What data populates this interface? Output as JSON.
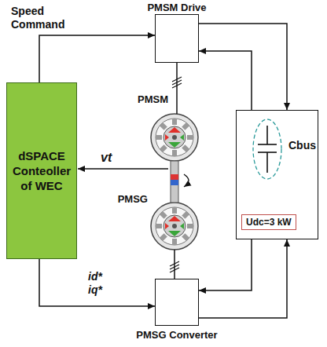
{
  "diagram": {
    "nodes": [
      {
        "text": [
          "dSPACE Conteoller of WEC"
        ]
      },
      {
        "text": [
          "PMSM Drive"
        ]
      },
      {
        "text": [
          "PMSM"
        ]
      },
      {
        "text": [
          "PMSG"
        ]
      },
      {
        "text": [
          "PMSG Converter"
        ]
      },
      {
        "text": [
          "Cbus"
        ]
      },
      {
        "text": [
          "Udc=3 kW"
        ],
        "in": 5
      }
    ],
    "edges": [
      {
        "from": 0,
        "to": 1,
        "label": "Speed Command",
        "arrow": "to"
      },
      {
        "from": 1,
        "to": 2,
        "arrow": "none"
      },
      {
        "from": 3,
        "to": 4,
        "arrow": "none"
      },
      {
        "from": 0,
        "to": 4,
        "label": "id* iq*",
        "arrow": "to"
      },
      {
        "from": 1,
        "to": 5,
        "arrow": "to"
      },
      {
        "from": 5,
        "to": 1,
        "arrow": "to"
      },
      {
        "from": 4,
        "to": 5,
        "arrow": "to"
      },
      {
        "from": 5,
        "to": 4,
        "arrow": "to"
      }
    ],
    "labels": [
      "vt"
    ]
  }
}
